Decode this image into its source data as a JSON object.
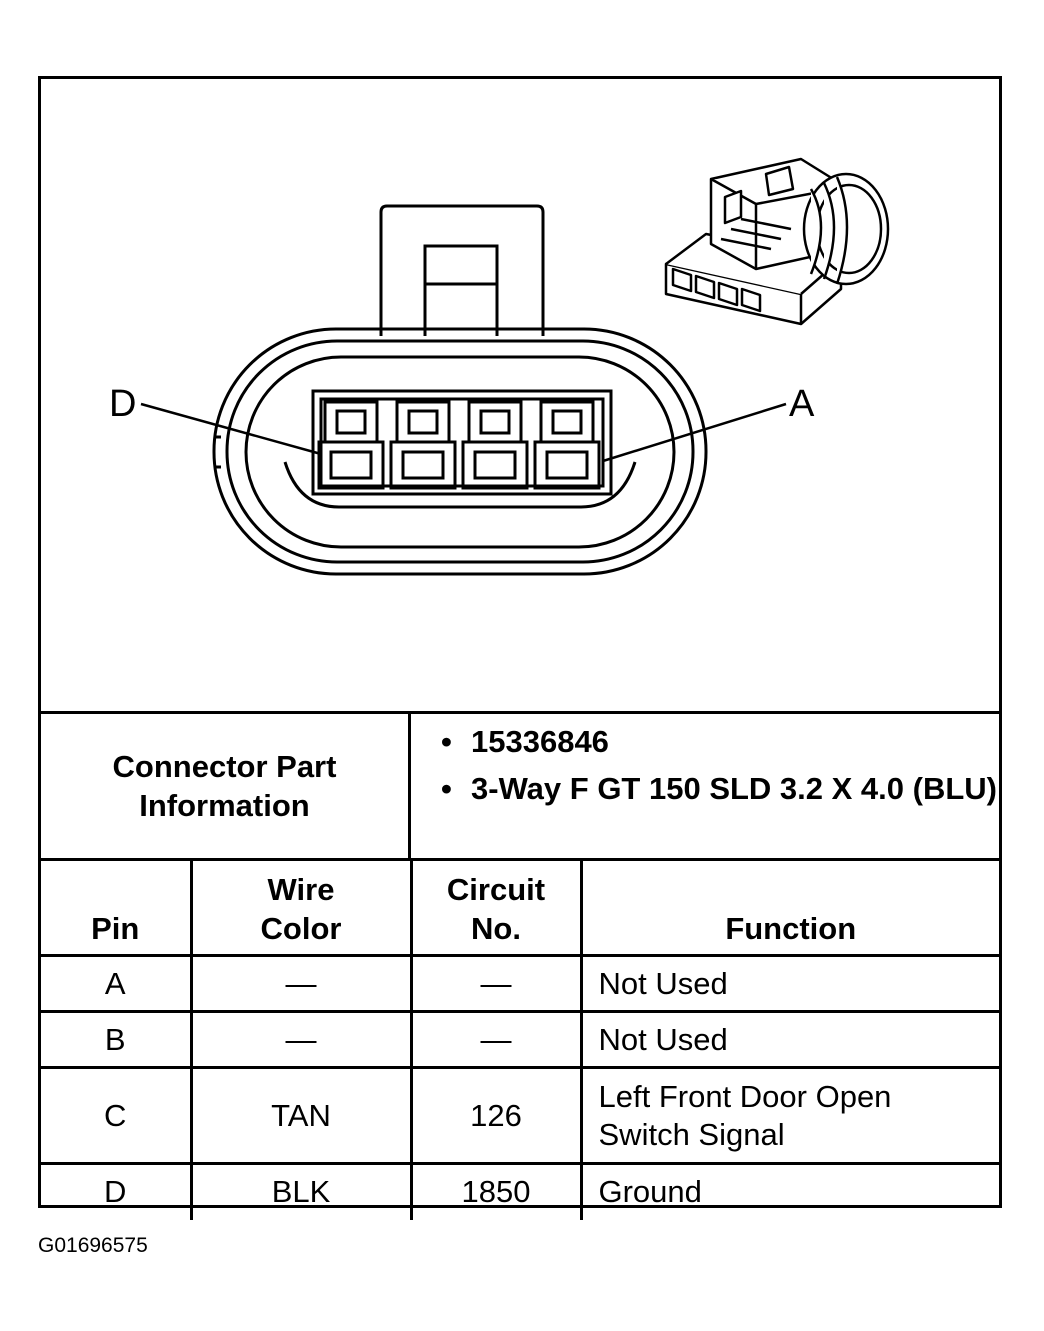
{
  "diagram": {
    "label_left": "D",
    "label_right": "A"
  },
  "part_info": {
    "heading_line1": "Connector Part",
    "heading_line2": "Information",
    "items": [
      "15336846",
      "3-Way F GT 150 SLD 3.2 X 4.0 (BLU)"
    ]
  },
  "table": {
    "headers": {
      "pin": "Pin",
      "wire_color_line1": "Wire",
      "wire_color_line2": "Color",
      "circuit_line1": "Circuit",
      "circuit_line2": "No.",
      "function": "Function"
    },
    "rows": [
      {
        "pin": "A",
        "wire_color": "—",
        "circuit": "—",
        "function": "Not Used"
      },
      {
        "pin": "B",
        "wire_color": "—",
        "circuit": "—",
        "function": "Not Used"
      },
      {
        "pin": "C",
        "wire_color": "TAN",
        "circuit": "126",
        "function_line1": "Left Front Door Open",
        "function_line2": "Switch Signal"
      },
      {
        "pin": "D",
        "wire_color": "BLK",
        "circuit": "1850",
        "function": "Ground"
      }
    ]
  },
  "figure_id": "G01696575"
}
